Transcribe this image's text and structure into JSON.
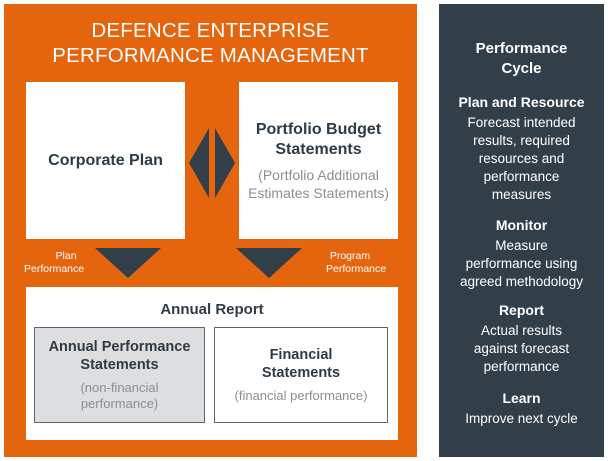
{
  "diagram": {
    "title_line1": "DEFENCE ENTERPRISE",
    "title_line2": "PERFORMANCE MANAGEMENT",
    "corporate_plan": "Corporate Plan",
    "pbs_line1": "Portfolio Budget",
    "pbs_line2": "Statements",
    "pbs_sub_line1": "(Portfolio Additional",
    "pbs_sub_line2": "Estimates Statements)",
    "flow_left_line1": "Plan",
    "flow_left_line2": "Performance",
    "flow_right_line1": "Program",
    "flow_right_line2": "Performance",
    "annual_report": "Annual Report",
    "aps_line1": "Annual Performance",
    "aps_line2": "Statements",
    "aps_sub_line1": "(non-financial",
    "aps_sub_line2": "performance)",
    "fs_line1": "Financial",
    "fs_line2": "Statements",
    "fs_sub": "(financial performance)"
  },
  "cycle": {
    "title_line1": "Performance",
    "title_line2": "Cycle",
    "stages": [
      {
        "name": "Plan and Resource",
        "lines": [
          "Forecast intended",
          "results, required",
          "resources and",
          "performance",
          "measures"
        ]
      },
      {
        "name": "Monitor",
        "lines": [
          "Measure",
          "performance using",
          "agreed methodology"
        ]
      },
      {
        "name": "Report",
        "lines": [
          "Actual results",
          "against forecast",
          "performance"
        ]
      },
      {
        "name": "Learn",
        "lines": [
          "Improve next cycle"
        ]
      }
    ]
  },
  "colors": {
    "orange": "#e5650f",
    "dark": "#323e48",
    "grey_box": "#dcdee0",
    "text_dark": "#2e3b45",
    "text_grey": "#8a8f94"
  }
}
